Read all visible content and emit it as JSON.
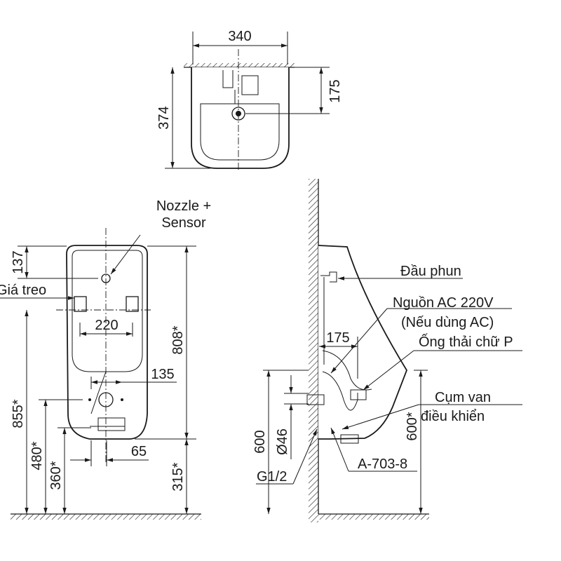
{
  "top_view": {
    "width_dim": "340",
    "depth_dim": "374",
    "drain_offset_dim": "175"
  },
  "front_view": {
    "nozzle_label_line1": "Nozzle +",
    "nozzle_label_line2": "Sensor",
    "bracket_label": "Giá treo",
    "dim_137": "137",
    "dim_220": "220",
    "dim_808": "808*",
    "dim_135": "135",
    "dim_855": "855*",
    "dim_480": "480*",
    "dim_360": "360*",
    "dim_65": "65",
    "dim_315": "315*"
  },
  "side_view": {
    "spray_head": "Đầu phun",
    "power_line1": "Nguồn AC 220V",
    "power_line2": "(Nếu dùng AC)",
    "dim_175": "175",
    "p_trap": "Ống thải chữ P",
    "valve_line1": "Cụm van",
    "valve_line2": "điều khiển",
    "dim_600_left": "600",
    "dim_diam46": "Ø46",
    "dim_600_right": "600*",
    "fitting_g12": "G1/2",
    "part_code": "A-703-8"
  }
}
